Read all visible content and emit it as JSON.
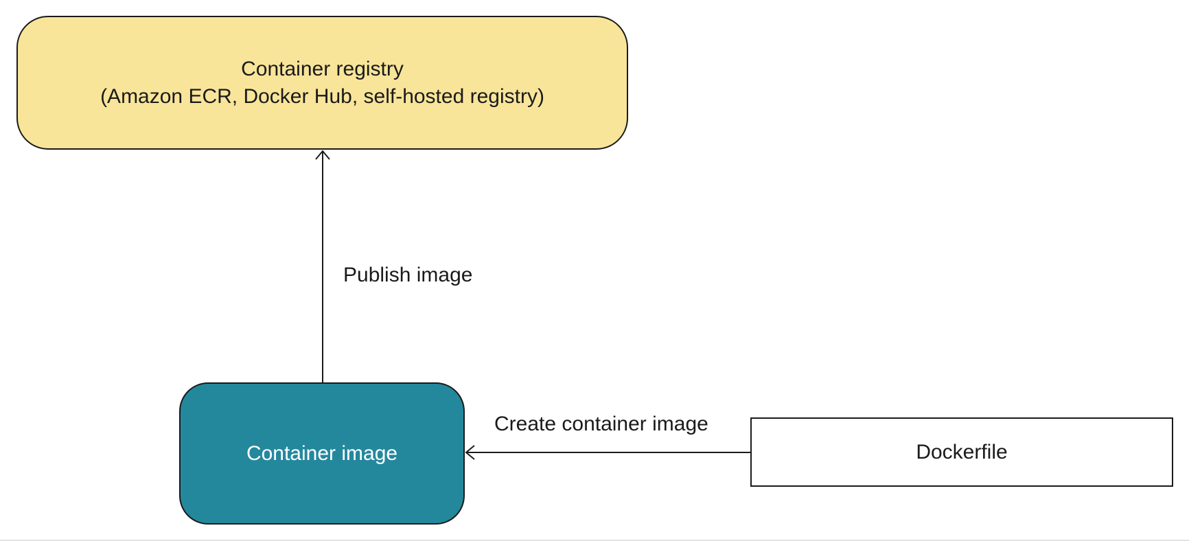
{
  "diagram": {
    "nodes": {
      "registry": {
        "line1": "Container registry",
        "line2": "(Amazon ECR, Docker Hub, self-hosted registry)"
      },
      "image": {
        "label": "Container image"
      },
      "dockerfile": {
        "label": "Dockerfile"
      }
    },
    "edges": {
      "publish": {
        "label": "Publish image",
        "from": "Container image",
        "to": "Container registry"
      },
      "create": {
        "label": "Create container image",
        "from": "Dockerfile",
        "to": "Container image"
      }
    },
    "colors": {
      "registry_fill": "#f8e59a",
      "image_fill": "#24889d",
      "image_text": "#ffffff",
      "dockerfile_fill": "#ffffff",
      "stroke": "#1a1a1a"
    }
  }
}
